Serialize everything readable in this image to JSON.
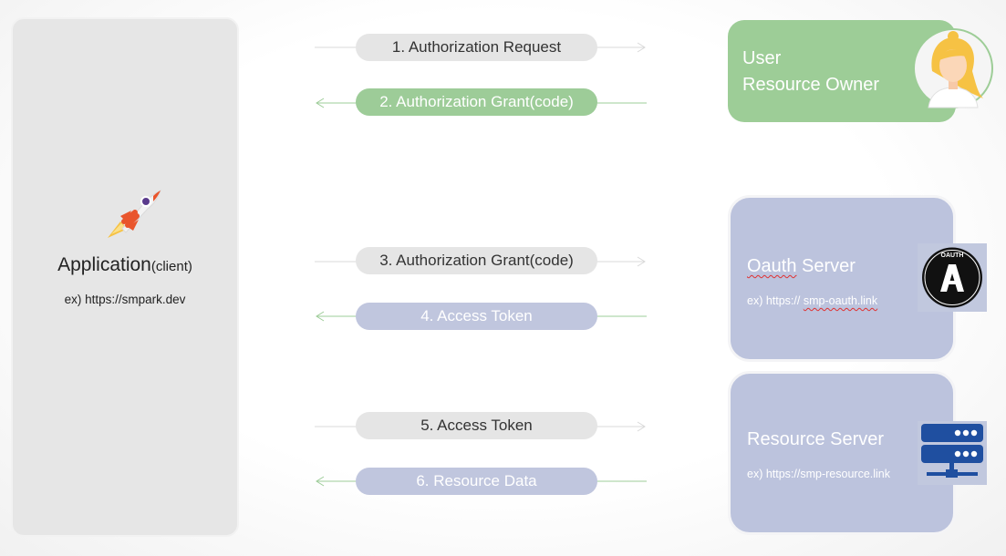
{
  "application": {
    "title": "Application",
    "title_suffix": "(client)",
    "url": "ex) https://smpark.dev",
    "icon": "rocket-icon"
  },
  "steps": [
    {
      "label": "1. Authorization Request",
      "direction": "right",
      "style": "gray"
    },
    {
      "label": "2. Authorization Grant(code)",
      "direction": "left",
      "style": "green"
    },
    {
      "label": "3. Authorization Grant(code)",
      "direction": "right",
      "style": "gray"
    },
    {
      "label": "4. Access Token",
      "direction": "left",
      "style": "blue"
    },
    {
      "label": "5. Access Token",
      "direction": "right",
      "style": "gray"
    },
    {
      "label": "6. Resource Data",
      "direction": "left",
      "style": "blue"
    }
  ],
  "user": {
    "line1": "User",
    "line2": "Resource Owner",
    "icon": "user-avatar-icon"
  },
  "oauth_server": {
    "title_part1": "Oauth",
    "title_part2": " Server",
    "url_prefix": "ex) https://  ",
    "url_link": "smp-oauth.link",
    "icon": "oauth-logo-icon",
    "logo_text": "OAUTH"
  },
  "resource_server": {
    "title": "Resource Server",
    "url": "ex) https://smp-resource.link",
    "icon": "server-icon"
  },
  "colors": {
    "green": "#9dcd97",
    "blue": "#bcc3dd",
    "gray": "#e5e5e5",
    "oauth_navy": "#1f4fa0"
  }
}
